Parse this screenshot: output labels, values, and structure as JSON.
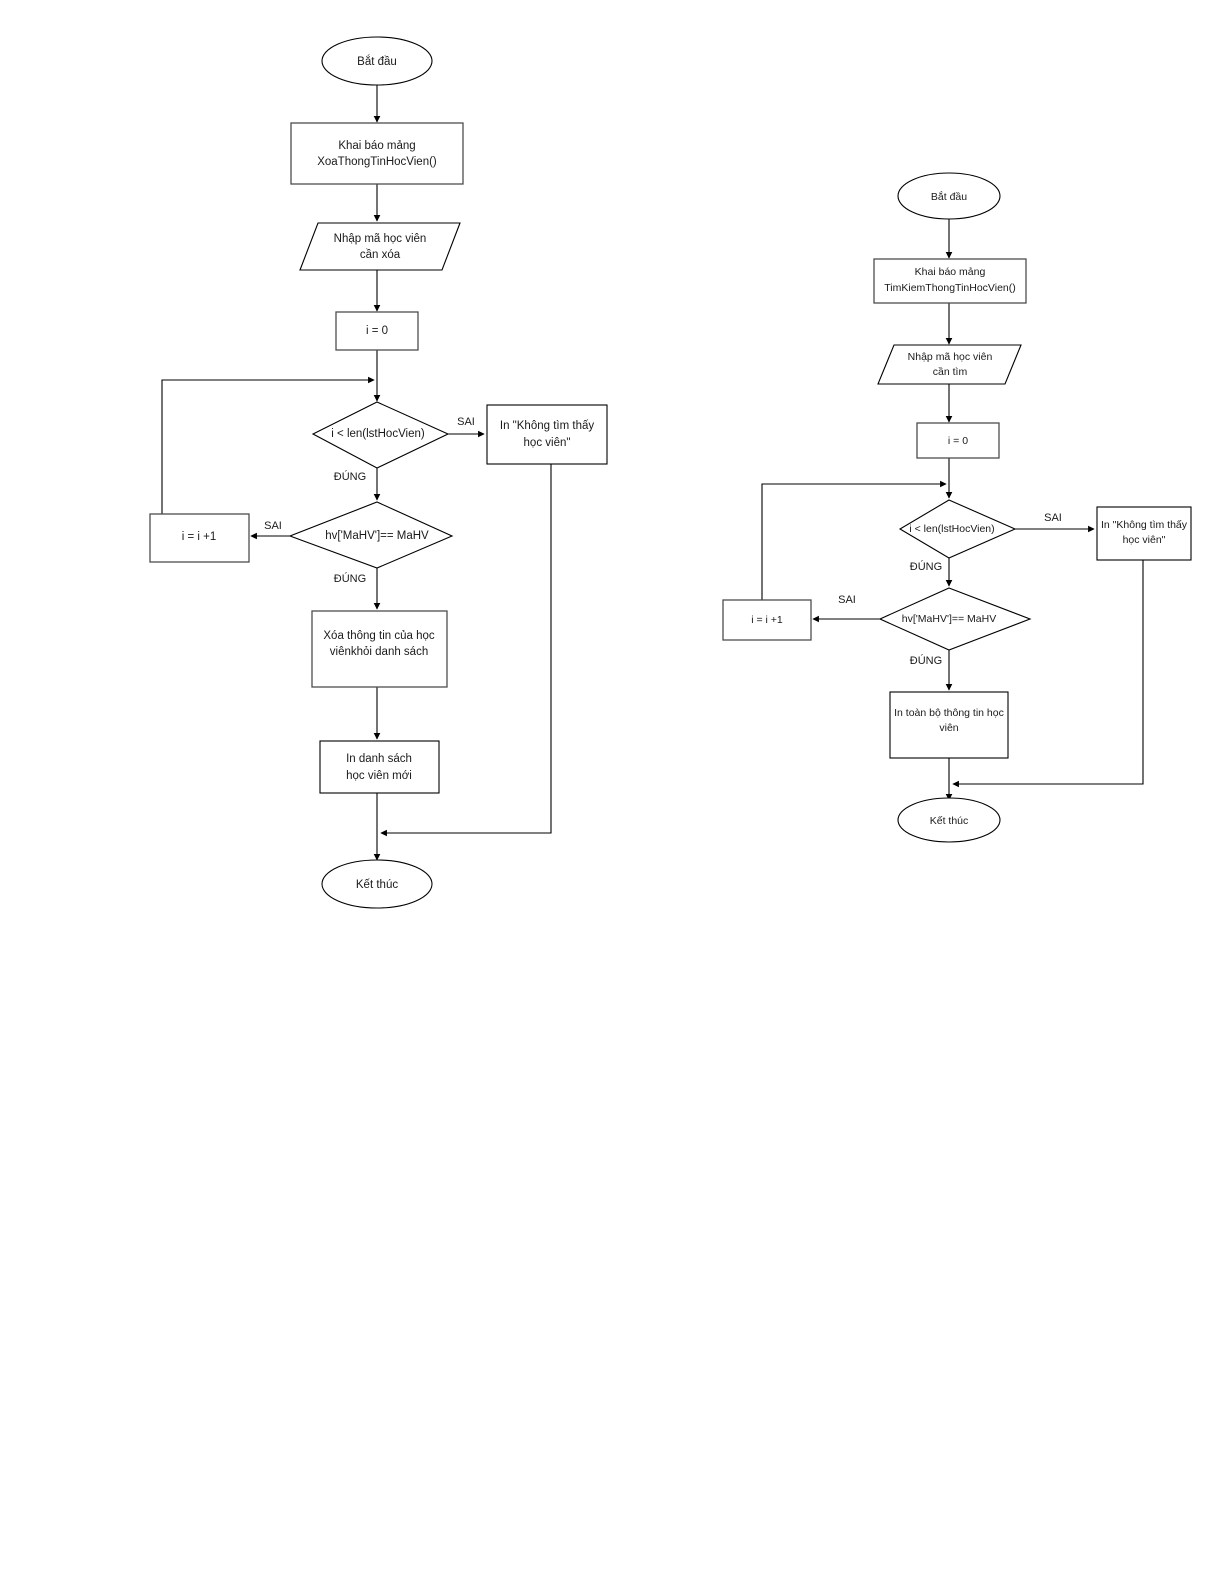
{
  "document": {
    "type": "flowchart-pair",
    "background_color": "#ffffff",
    "shape_stroke_color": "#000000",
    "shape_fill_color": "#ffffff",
    "text_color": "#1a1a1a"
  },
  "flowcharts": [
    {
      "id": "delete-student-flowchart",
      "name": "XoaThongTinHocVien",
      "nodes": {
        "start": {
          "shape": "ellipse",
          "label": "Bắt đầu"
        },
        "declare": {
          "shape": "process",
          "line1": "Khai báo mảng",
          "line2": "XoaThongTinHocVien()"
        },
        "input": {
          "shape": "io-parallelogram",
          "line1": "Nhập mã học viên",
          "line2": "cần xóa"
        },
        "init": {
          "shape": "process",
          "label": "i = 0"
        },
        "loop_check": {
          "shape": "decision",
          "label": "i < len(lstHocVien)"
        },
        "not_found": {
          "shape": "process",
          "line1": "In \"Không tìm thấy",
          "line2": "học viên\""
        },
        "increment": {
          "shape": "process",
          "label": "i = i +1"
        },
        "match_check": {
          "shape": "decision",
          "label": "hv['MaHV']== MaHV"
        },
        "delete_action": {
          "shape": "process",
          "line1": "Xóa thông tin của học",
          "line2": "viênkhỏi danh sách"
        },
        "print_list": {
          "shape": "process",
          "line1": "In danh sách",
          "line2": "học viên mới"
        },
        "end": {
          "shape": "ellipse",
          "label": "Kết thúc"
        }
      },
      "edge_labels": {
        "loop_false": "SAI",
        "loop_true": "ĐÚNG",
        "match_false": "SAI",
        "match_true": "ĐÚNG"
      }
    },
    {
      "id": "search-student-flowchart",
      "name": "TimKiemThongTinHocVien",
      "nodes": {
        "start": {
          "shape": "ellipse",
          "label": "Bắt đầu"
        },
        "declare": {
          "shape": "process",
          "line1": "Khai báo mảng",
          "line2": "TimKiemThongTinHocVien()"
        },
        "input": {
          "shape": "io-parallelogram",
          "line1": "Nhập mã học viên",
          "line2": "cần tìm"
        },
        "init": {
          "shape": "process",
          "label": "i = 0"
        },
        "loop_check": {
          "shape": "decision",
          "label": "i < len(lstHocVien)"
        },
        "not_found": {
          "shape": "process",
          "line1": "In \"Không tìm thấy",
          "line2": "học viên\""
        },
        "increment": {
          "shape": "process",
          "label": "i = i +1"
        },
        "match_check": {
          "shape": "decision",
          "label": "hv['MaHV']== MaHV"
        },
        "print_info": {
          "shape": "process",
          "line1": "In toàn bộ thông tin học",
          "line2": "viên"
        },
        "end": {
          "shape": "ellipse",
          "label": "Kết thúc"
        }
      },
      "edge_labels": {
        "loop_false": "SAI",
        "loop_true": "ĐÚNG",
        "match_false": "SAI",
        "match_true": "ĐÚNG"
      }
    }
  ]
}
